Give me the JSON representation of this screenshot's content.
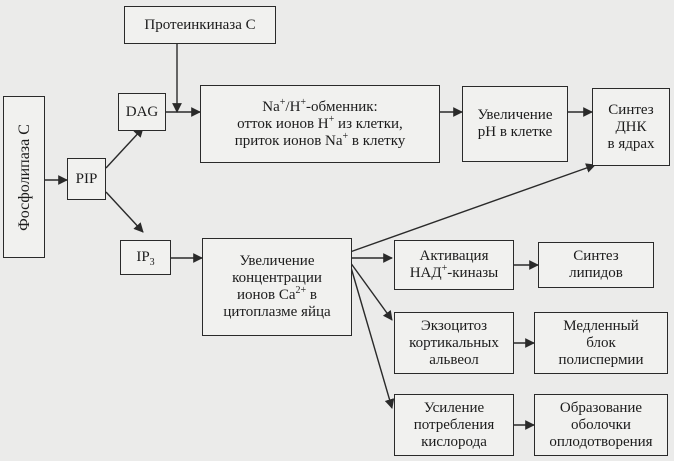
{
  "nodes": {
    "phospholipase": "Фосфолипаза С",
    "pip": "PIP",
    "proteinkinase": "Протеинкиназа С",
    "dag": "DAG",
    "ip3": {
      "main": "IP",
      "sub": "3"
    },
    "exchanger": {
      "l1a": "Na",
      "l1sup1": "+",
      "l1b": "/H",
      "l1sup2": "+",
      "l1c": "-обменник:",
      "l2a": "отток ионов H",
      "l2sup": "+",
      "l2b": " из клетки,",
      "l3a": "приток ионов Na",
      "l3sup": "+",
      "l3b": " в клетку"
    },
    "ph_increase": {
      "l1": "Увеличение",
      "l2": "pH в клетке"
    },
    "dna_synthesis": {
      "l1": "Синтез",
      "l2": "ДНК",
      "l3": "в ядрах"
    },
    "ca_increase": {
      "l1": "Увеличение",
      "l2": "концентрации",
      "l3a": "ионов Ca",
      "l3sup": "2+",
      "l3b": " в",
      "l4": "цитоплазме яйца"
    },
    "nad_activation": {
      "l1": "Активация",
      "l2a": "НАД",
      "l2sup": "+",
      "l2b": "-киназы"
    },
    "lipid_synthesis": {
      "l1": "Синтез",
      "l2": "липидов"
    },
    "exocytosis": {
      "l1": "Экзоцитоз",
      "l2": "кортикальных",
      "l3": "альвеол"
    },
    "slow_block": {
      "l1": "Медленный",
      "l2": "блок",
      "l3": "полиспермии"
    },
    "oxygen": {
      "l1": "Усиление",
      "l2": "потребления",
      "l3": "кислорода"
    },
    "envelope": {
      "l1": "Образование",
      "l2": "оболочки",
      "l3": "оплодотворения"
    }
  },
  "colors": {
    "line": "#2a2a2a",
    "box_fill": "#f1f1ef",
    "background": "#ebebea"
  }
}
